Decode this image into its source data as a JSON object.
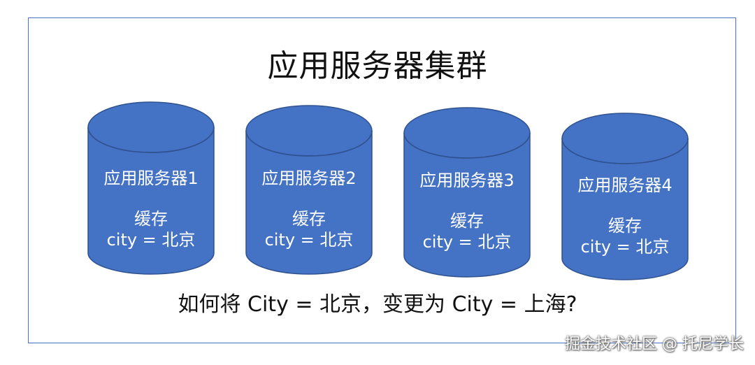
{
  "diagram": {
    "title": "应用服务器集群",
    "servers": [
      {
        "name": "应用服务器1",
        "cache_label": "缓存",
        "cache_value": "city = 北京"
      },
      {
        "name": "应用服务器2",
        "cache_label": "缓存",
        "cache_value": "city = 北京"
      },
      {
        "name": "应用服务器3",
        "cache_label": "缓存",
        "cache_value": "city = 北京"
      },
      {
        "name": "应用服务器4",
        "cache_label": "缓存",
        "cache_value": "city =  北京"
      }
    ],
    "question": "如何将 City = 北京，变更为 City = 上海?",
    "watermark": "掘金技术社区 @ 托尼学长"
  },
  "colors": {
    "cylinder_fill": "#4472c4",
    "cylinder_stroke": "#2f528f",
    "frame_border": "#4a72c4"
  },
  "icons": [
    "database-cylinder-icon"
  ]
}
